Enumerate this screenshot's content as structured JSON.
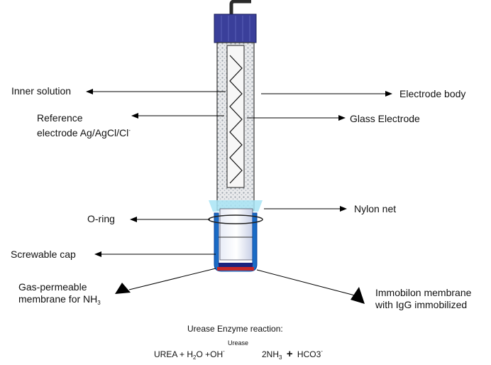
{
  "labels": {
    "inner_solution": "Inner solution",
    "reference_electrode_line1": "Reference",
    "reference_electrode_line2": "electrode Ag/AgCl/Cl",
    "reference_electrode_sup": "-",
    "electrode_body": "Electrode body",
    "glass_electrode": "Glass Electrode",
    "nylon_net": "Nylon net",
    "o_ring": "O-ring",
    "screwable_cap": "Screwable cap",
    "gas_membrane_line1": "Gas-permeable",
    "gas_membrane_line2": "membrane for NH",
    "gas_membrane_sub": "3",
    "immobilon_line1": "Immobilon membrane",
    "immobilon_line2": "with IgG immobilized"
  },
  "reaction": {
    "title": "Urease Enzyme reaction:",
    "lhs_urea": "UREA + H",
    "lhs_h2o_sub": "2",
    "lhs_o": "O +OH",
    "lhs_oh_sup": "-",
    "enzyme": "Urease",
    "rhs_nh3": "2NH",
    "rhs_nh3_sub": "3",
    "plus": "+",
    "rhs_hco3": "HCO3",
    "rhs_hco3_sup": "-"
  },
  "colors": {
    "cap_top": "#3a3f9a",
    "electrode_body": "#f2f2f2",
    "inner_fill": "#b8c4cc",
    "nylon_net": "#a8e4f4",
    "screw_cap_blue": "#1e88e5",
    "cap_inner": "#cfd6ea",
    "membrane_red": "#c62828",
    "membrane_navy": "#1a237e"
  }
}
